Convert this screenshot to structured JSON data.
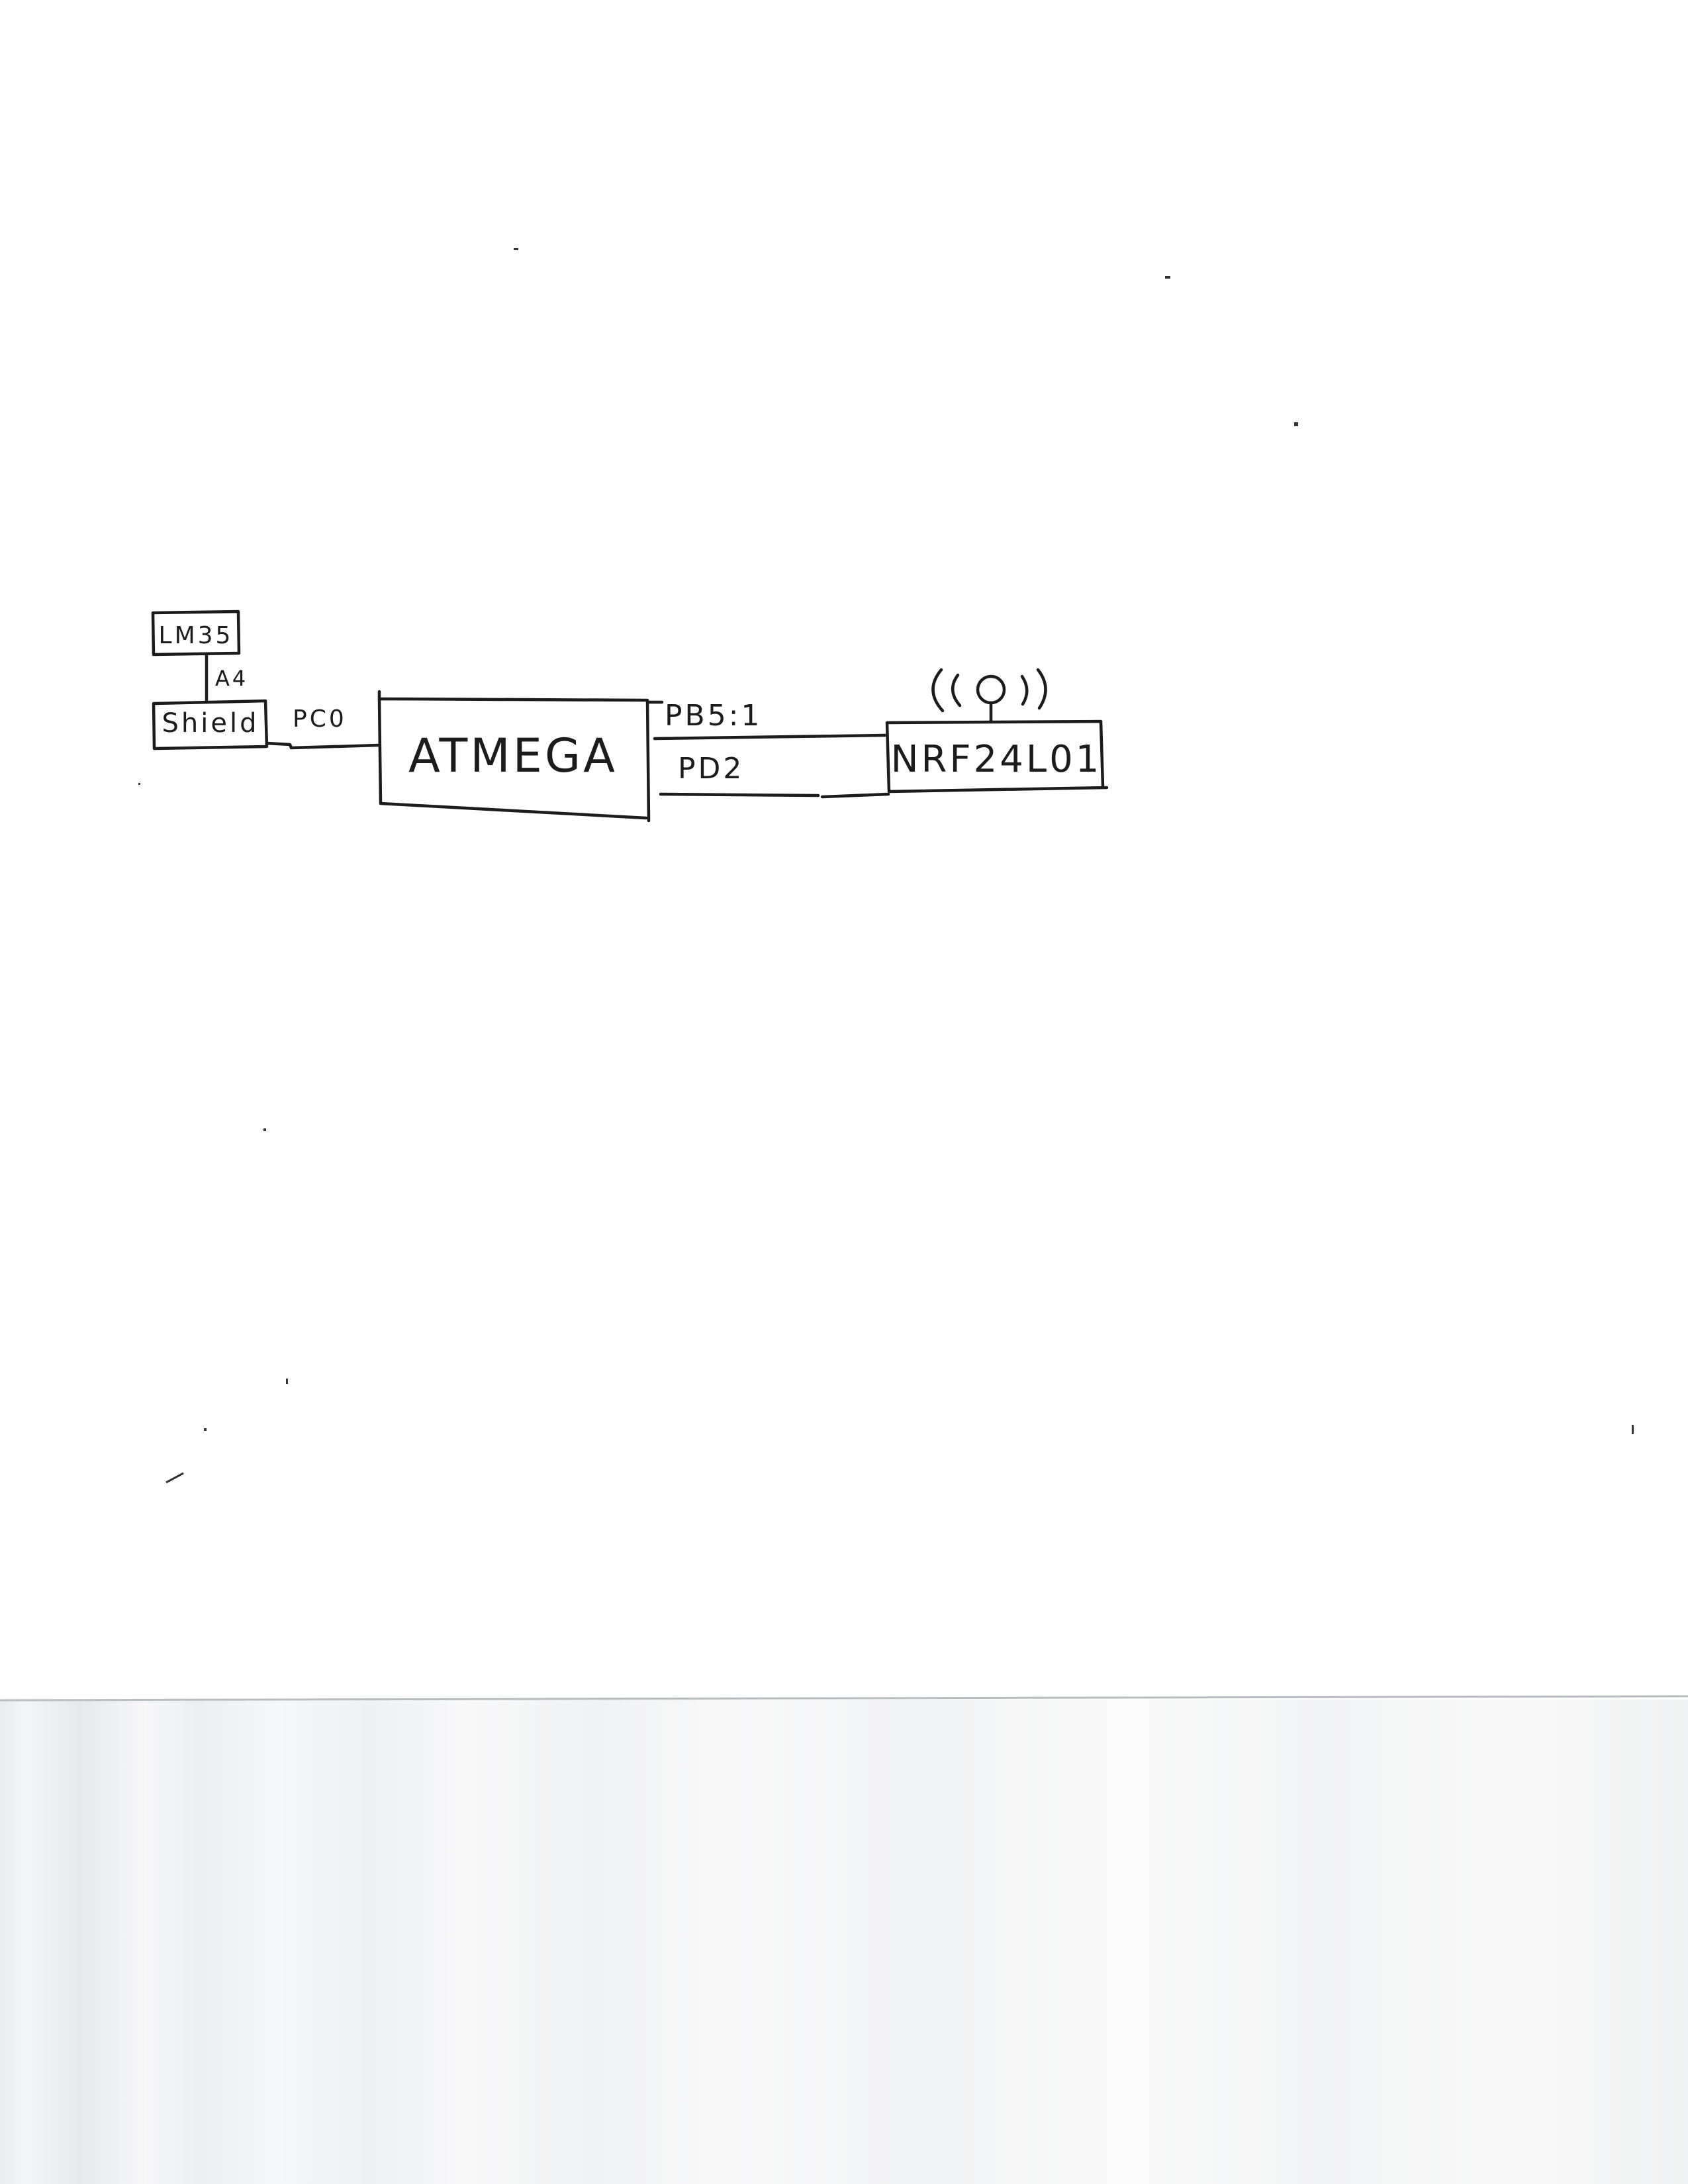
{
  "diagram": {
    "nodes": {
      "lm35": "LM35",
      "shield": "Shield",
      "atmega": "ATMEGA",
      "nrf": "NRF24L01"
    },
    "connections": {
      "lm35_shield": "A4",
      "shield_atmega": "PC0",
      "atmega_nrf_top": "PB5:1",
      "atmega_nrf_bottom": "PD2"
    },
    "icons": {
      "nrf_antenna": "antenna-signal-icon"
    }
  }
}
